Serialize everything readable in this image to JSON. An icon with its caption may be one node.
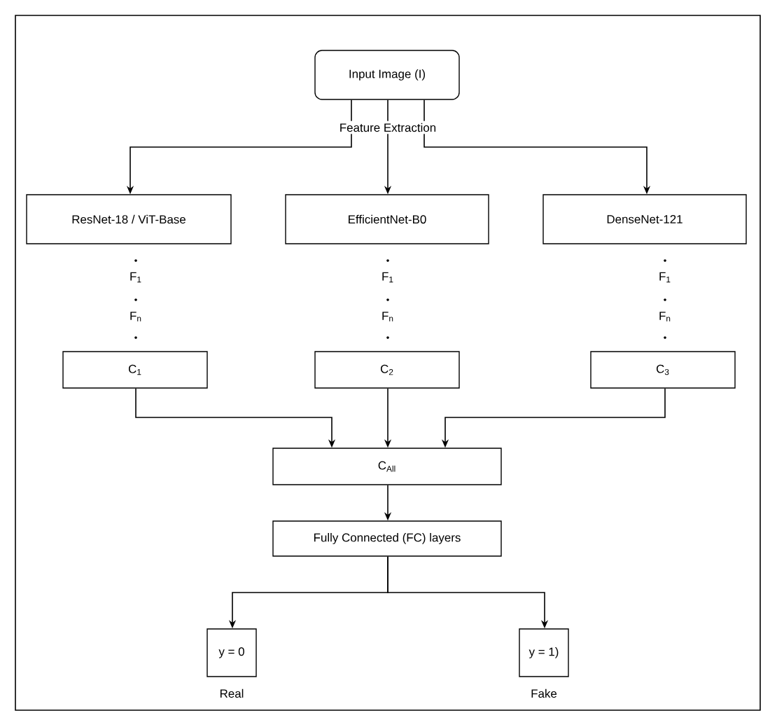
{
  "diagram": {
    "nodes": [
      {
        "text": [
          "Input Image (I)"
        ]
      },
      {
        "text": [
          "ResNet-18 / ViT-Base"
        ]
      },
      {
        "text": [
          "EfficientNet-B0"
        ]
      },
      {
        "text": [
          "DenseNet-121"
        ]
      },
      {
        "text": [
          "C$_{1}$"
        ]
      },
      {
        "text": [
          "C$_{2}$"
        ]
      },
      {
        "text": [
          "C$_{3}$"
        ]
      },
      {
        "text": [
          "C$_{All}$"
        ]
      },
      {
        "text": [
          "Fully Connected (FC) layers"
        ]
      },
      {
        "text": [
          "y = 0"
        ],
        "beside": [
          "Real"
        ]
      },
      {
        "text": [
          "y = 1)"
        ],
        "beside": [
          "Fake"
        ]
      }
    ],
    "edges": [
      {
        "from": 0,
        "to": 1,
        "arrow": "to"
      },
      {
        "from": 0,
        "to": 2,
        "arrow": "to",
        "label": "Feature Extraction"
      },
      {
        "from": 0,
        "to": 3,
        "arrow": "to"
      },
      {
        "from": 4,
        "to": 7,
        "arrow": "to"
      },
      {
        "from": 5,
        "to": 7,
        "arrow": "to"
      },
      {
        "from": 6,
        "to": 7,
        "arrow": "to"
      },
      {
        "from": 7,
        "to": 8,
        "arrow": "to"
      },
      {
        "from": 8,
        "to": 9,
        "arrow": "to"
      },
      {
        "from": 8,
        "to": 10,
        "arrow": "to"
      }
    ],
    "labels": [
      "F$_{1}$",
      "F$_{1}$",
      "F$_{1}$",
      "F$_{n}$",
      "F$_{n}$",
      "F$_{n}$"
    ]
  }
}
